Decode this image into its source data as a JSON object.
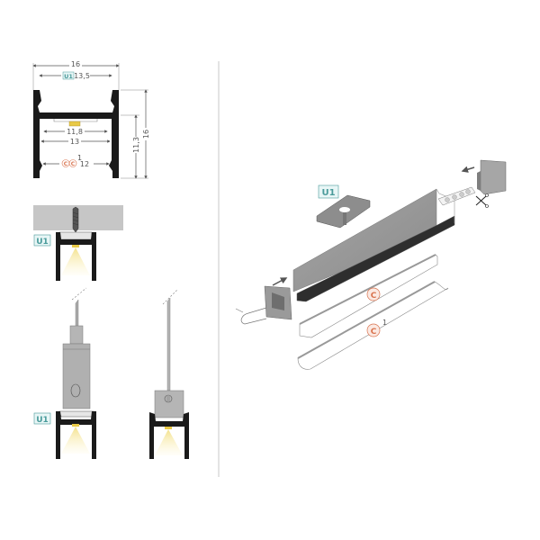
{
  "diagram": {
    "cross_section": {
      "dimensions": {
        "outer_width": "16",
        "clip_width_label": "U1",
        "clip_width": "13,5",
        "inner_width_1": "11,8",
        "inner_width_2": "13",
        "cover_label_1": "C",
        "cover_label_2": "C",
        "cover_superscript": "1",
        "cover_width": "12",
        "inner_height": "11,3",
        "outer_height": "16"
      }
    },
    "mounting_views": {
      "ceiling_mount_label": "U1",
      "suspended_mount_label": "U1"
    },
    "exploded_view": {
      "clip_label": "U1",
      "cover_c_label": "C",
      "cover_c1_label": "C",
      "cover_c1_superscript": "1"
    },
    "colors": {
      "profile": "#1a1a1a",
      "aluminium": "#9a9a9a",
      "tag_teal": "#4a9b9b",
      "tag_bg": "#e8f6f6",
      "cover_orange": "#d9734e",
      "light_yellow": "#f6e9a8",
      "divider": "#c8c8c8"
    }
  }
}
